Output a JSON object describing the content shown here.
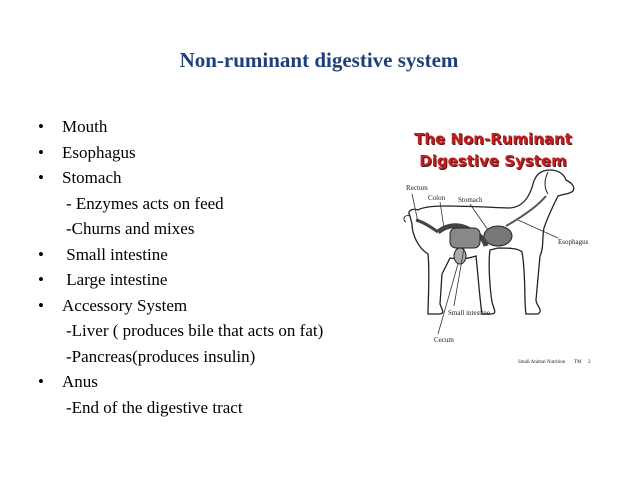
{
  "slide": {
    "title": "Non-ruminant digestive system",
    "items": [
      {
        "bullet": "•",
        "text": "Mouth"
      },
      {
        "bullet": "•",
        "text": "Esophagus"
      },
      {
        "bullet": "•",
        "text": "Stomach"
      },
      {
        "bullet": "",
        "text": "- Enzymes acts on feed"
      },
      {
        "bullet": "",
        "text": "-Churns and mixes"
      },
      {
        "bullet": "•",
        "text": " Small intestine"
      },
      {
        "bullet": "•",
        "text": " Large intestine"
      },
      {
        "bullet": "•",
        "text": "Accessory System"
      },
      {
        "bullet": "",
        "text": "-Liver ( produces bile that acts on fat)"
      },
      {
        "bullet": "",
        "text": "-Pancreas(produces insulin)"
      },
      {
        "bullet": "•",
        "text": "Anus"
      },
      {
        "bullet": "",
        "text": "-End of the digestive tract"
      }
    ]
  },
  "figure": {
    "title_line1": "The Non-Ruminant",
    "title_line2": "Digestive System",
    "labels": {
      "rectum": "Rectum",
      "colon": "Colon",
      "stomach": "Stomach",
      "esophagus": "Esophagus",
      "small_intestine": "Small intestine",
      "cecum": "Cecum"
    },
    "footer": "Small Animal Nutrition",
    "footer_tm": "TM",
    "footer_page": "2",
    "title_color": "#c22020"
  }
}
